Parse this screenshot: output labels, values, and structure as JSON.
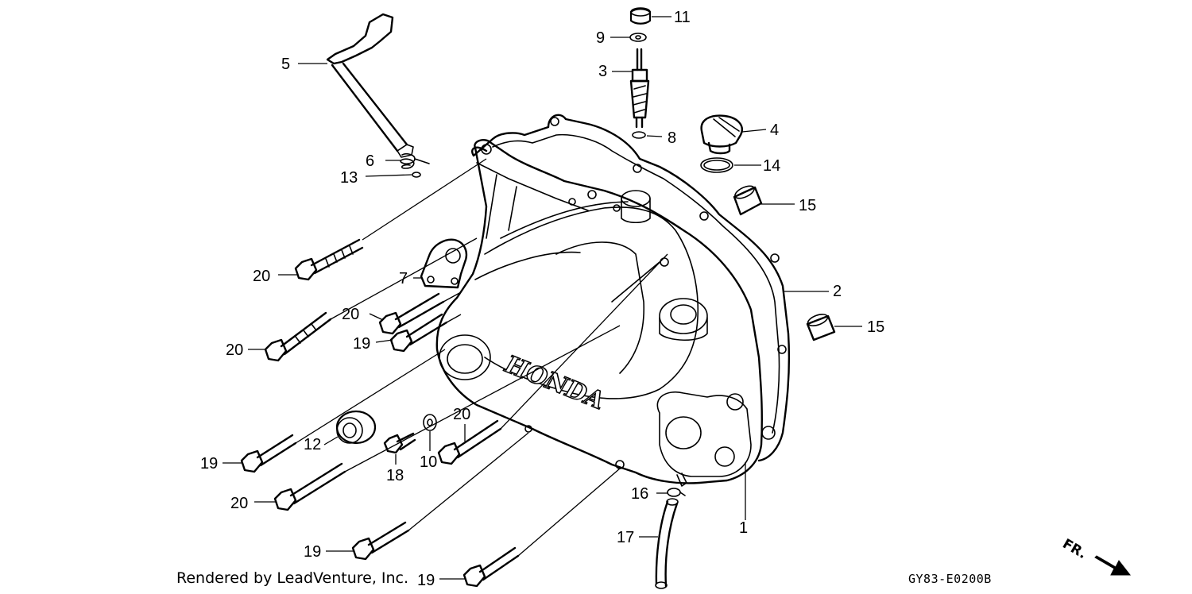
{
  "diagram": {
    "brand_text": "HONDA",
    "direction_label": "FR.",
    "diagram_code": "GY83-E0200B",
    "credit": "Rendered by LeadVenture, Inc.",
    "callouts": {
      "c1": "1",
      "c2": "2",
      "c3": "3",
      "c4": "4",
      "c5": "5",
      "c6": "6",
      "c7": "7",
      "c8": "8",
      "c9": "9",
      "c10": "10",
      "c11": "11",
      "c12": "12",
      "c13": "13",
      "c14": "14",
      "c15a": "15",
      "c15b": "15",
      "c16": "16",
      "c17": "17",
      "c18": "18",
      "c19a": "19",
      "c19b": "19",
      "c19c": "19",
      "c19d": "19",
      "c20a": "20",
      "c20b": "20",
      "c20c": "20",
      "c20d": "20",
      "c20e": "20"
    }
  }
}
